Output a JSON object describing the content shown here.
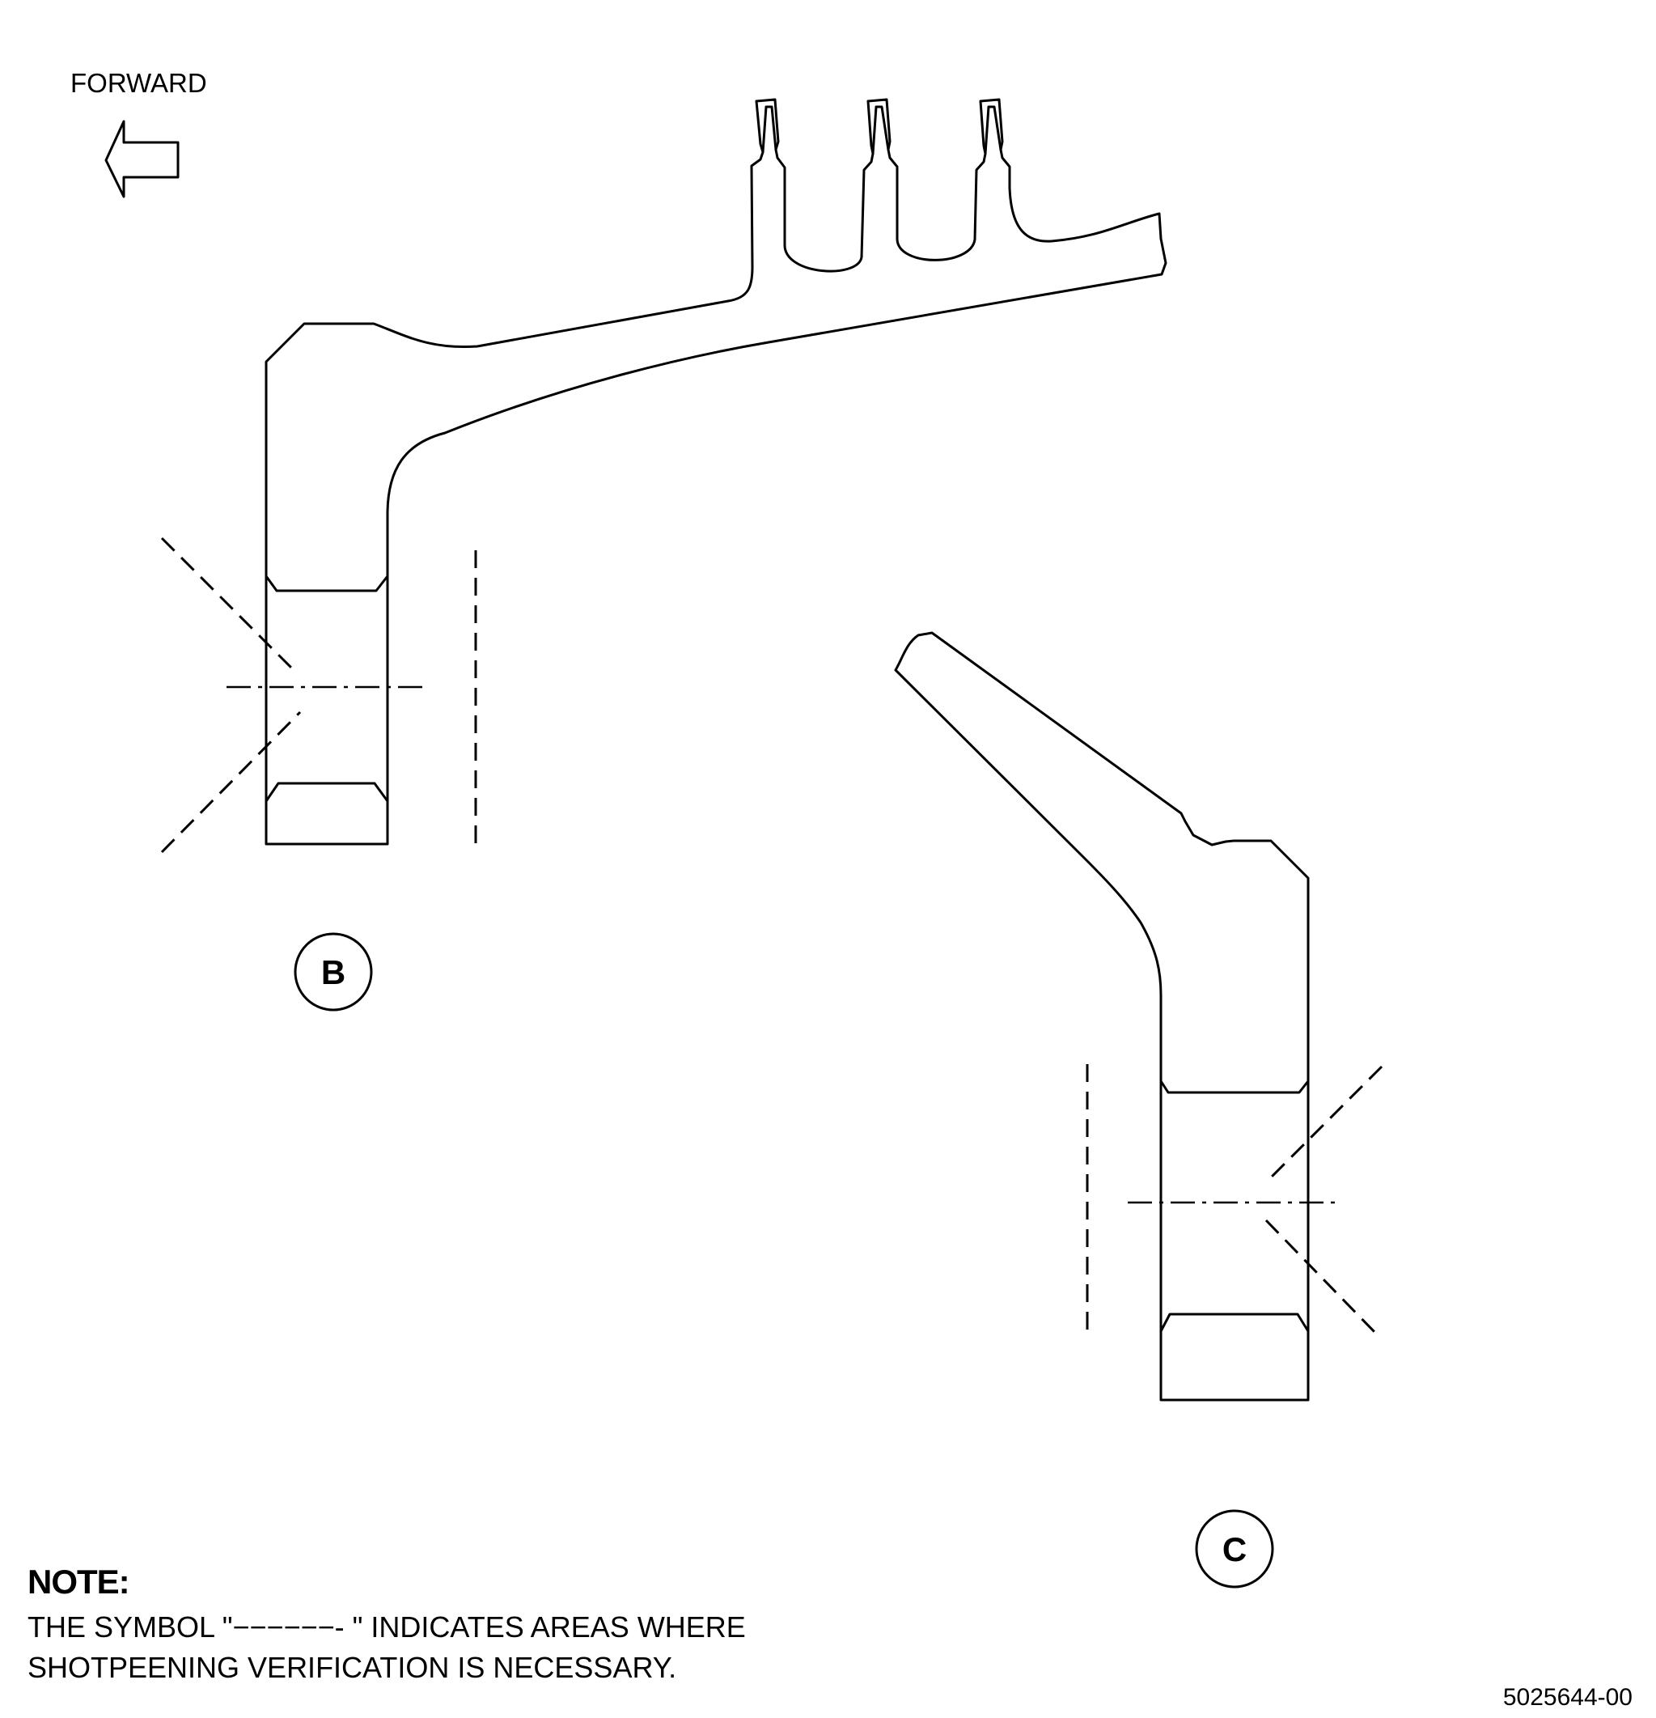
{
  "forward_label": "FORWARD",
  "detail_b_label": "B",
  "detail_c_label": "C",
  "note": {
    "heading": "NOTE:",
    "line1": "THE SYMBOL \"−−−−−−- \" INDICATES AREAS WHERE",
    "line2": "SHOTPEENING VERIFICATION IS NECESSARY."
  },
  "figure_number": "5025644-00"
}
